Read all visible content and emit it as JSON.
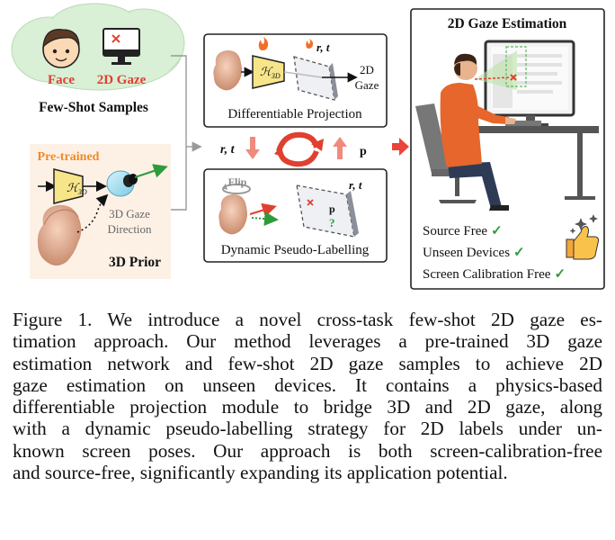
{
  "figure": {
    "few_shot": {
      "face_label": "Face",
      "gaze_label": "2D Gaze",
      "title": "Few-Shot Samples"
    },
    "prior": {
      "pretrained_label": "Pre-trained",
      "h3d_label": "ℋ",
      "h3d_sub": "3D",
      "gaze_dir_line1": "3D Gaze",
      "gaze_dir_line2": "Direction",
      "title": "3D Prior"
    },
    "projection": {
      "h3d_label": "ℋ",
      "h3d_sub": "3D",
      "rt_label": "r, t",
      "out_line1": "2D",
      "out_line2": "Gaze",
      "title": "Differentiable Projection"
    },
    "middle": {
      "rt_label": "r, t",
      "p_label": "p"
    },
    "pseudo": {
      "flip_label": "Flip",
      "rt_label": "r, t",
      "p_label": "p",
      "q_label": "?",
      "title": "Dynamic Pseudo-Labelling"
    },
    "estimation": {
      "title": "2D Gaze Estimation",
      "features": [
        "Source Free",
        "Unseen Devices",
        "Screen Calibration Free"
      ],
      "check": "✓"
    },
    "colors": {
      "accent_red": "#e8453c",
      "arrow_pink": "#f08a7e",
      "face_red": "#e04030",
      "cloud_green": "#d9efd6",
      "h3d_yellow": "#f7e58a",
      "check_green": "#2e9b3b",
      "prior_bg": "#fdf1e6",
      "pretrained_orange": "#f08a26"
    }
  },
  "caption": {
    "lines": [
      "Figure 1.  We introduce a novel cross-task few-shot 2D gaze es-",
      "timation approach.  Our method leverages a pre-trained 3D gaze",
      "estimation network and few-shot 2D gaze samples to achieve 2D",
      "gaze estimation on unseen devices.  It contains a physics-based",
      "differentiable projection module to bridge 3D and 2D gaze, along",
      "with a dynamic pseudo-labelling strategy for 2D labels under un-",
      "known screen poses. Our approach is both screen-calibration-free",
      "and source-free, significantly expanding its application potential."
    ]
  }
}
